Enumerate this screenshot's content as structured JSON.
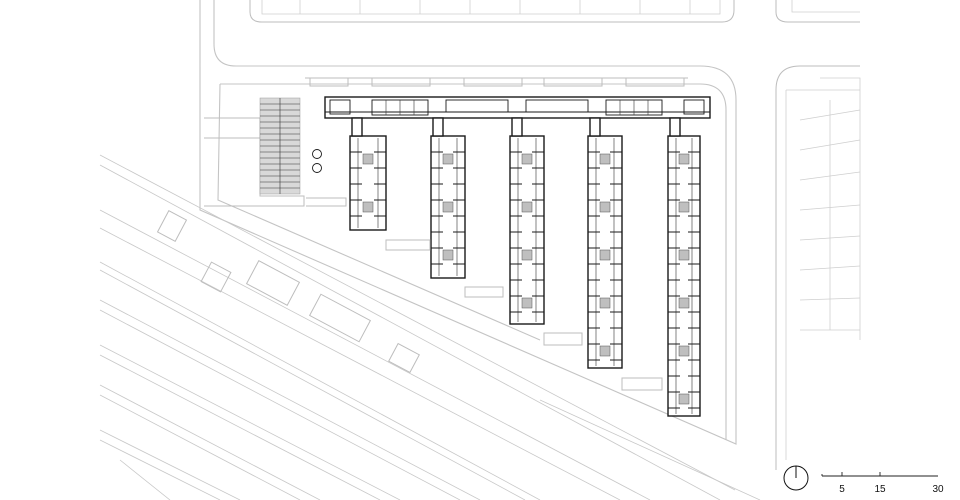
{
  "scale_bar": {
    "labels": [
      "5",
      "15",
      "30"
    ]
  },
  "north_arrow": {
    "icon": "north-arrow-icon"
  },
  "colors": {
    "building_outline": "#1a1a1a",
    "context_lines": "#bdbdbd",
    "stair_fill": "#bfbfbf",
    "terrace_fill": "#d9d9d9"
  }
}
